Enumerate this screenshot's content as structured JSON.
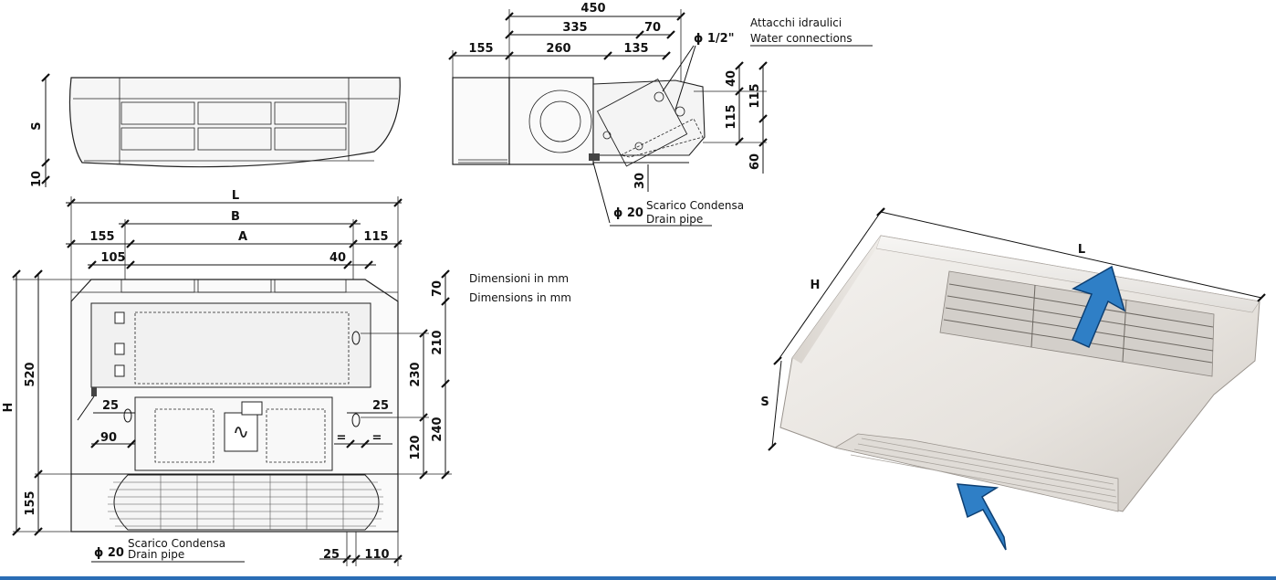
{
  "top_view": {
    "dim_s": "S",
    "dim_10": "10"
  },
  "side_view": {
    "dim_450": "450",
    "dim_335": "335",
    "dim_70": "70",
    "dim_155": "155",
    "dim_260": "260",
    "dim_135": "135",
    "dim_40": "40",
    "dim_115a": "115",
    "dim_115b": "115",
    "dim_60": "60",
    "dim_30": "30",
    "dim_phi_half": "ϕ 1/2\"",
    "water_it": "Attacchi idraulici",
    "water_en": "Water connections",
    "drain_phi": "ϕ 20",
    "drain_it": "Scarico Condensa",
    "drain_en": "Drain pipe"
  },
  "front_view": {
    "dim_L": "L",
    "dim_B": "B",
    "dim_A": "A",
    "dim_155": "155",
    "dim_115": "115",
    "dim_105": "105",
    "dim_40": "40",
    "dim_70": "70",
    "dim_210": "210",
    "dim_230": "230",
    "dim_240": "240",
    "dim_120": "120",
    "dim_520": "520",
    "dim_H": "H",
    "dim_155b": "155",
    "dim_25a": "25",
    "dim_25b": "25",
    "dim_90": "90",
    "dim_eq1": "=",
    "dim_eq2": "=",
    "dim_25c": "25",
    "dim_110": "110",
    "drain_phi": "ϕ 20",
    "drain_it": "Scarico Condensa",
    "drain_en": "Drain pipe"
  },
  "units": {
    "it": "Dimensioni in mm",
    "en": "Dimensions in mm"
  },
  "render_view": {
    "dim_L": "L",
    "dim_H": "H",
    "dim_S": "S"
  },
  "colors": {
    "arrow_fill": "#2f7fc6",
    "arrow_stroke": "#0d3f72",
    "body": "#eeeae6",
    "accent_bar": "#2a6db5"
  }
}
